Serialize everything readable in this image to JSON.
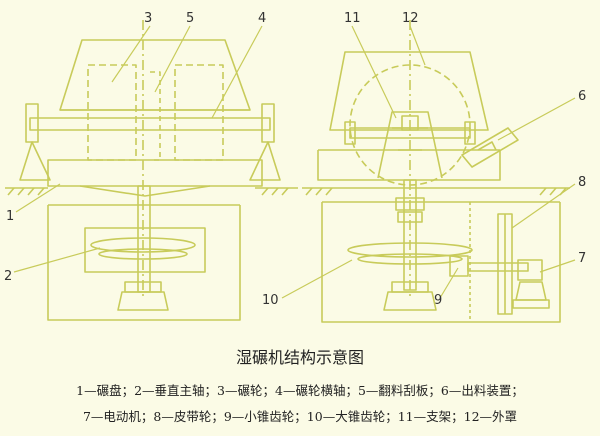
{
  "labels": {
    "left": [
      {
        "id": "3",
        "text": "3"
      },
      {
        "id": "5",
        "text": "5"
      },
      {
        "id": "4",
        "text": "4"
      },
      {
        "id": "1",
        "text": "1"
      },
      {
        "id": "2",
        "text": "2"
      }
    ],
    "right": [
      {
        "id": "11",
        "text": "11"
      },
      {
        "id": "12",
        "text": "12"
      },
      {
        "id": "6",
        "text": "6"
      },
      {
        "id": "8",
        "text": "8"
      },
      {
        "id": "7",
        "text": "7"
      },
      {
        "id": "10",
        "text": "10"
      },
      {
        "id": "9",
        "text": "9"
      }
    ]
  },
  "caption": {
    "title": "湿碾机结构示意图",
    "legend_line1": "1—碾盘；2—垂直主轴；3—碾轮；4—碾轮横轴；5—翻料刮板；6—出料装置；",
    "legend_line2": "7—电动机；8—皮带轮；9—小锥齿轮；10—大锥齿轮；11—支架；12—外罩"
  },
  "colors": {
    "paper": "#fbfbe6",
    "line": "#c8cb5a",
    "text": "#333333"
  }
}
